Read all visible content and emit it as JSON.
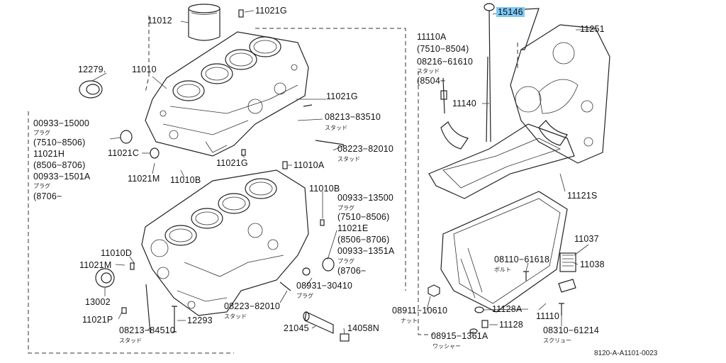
{
  "labels": {
    "p11012": "11012",
    "p11021G_top": "11021G",
    "p12279": "12279.",
    "p11010": "11010",
    "p11021G_mid": "11021G",
    "p08213_83510": "08213−83510",
    "stud_1": "スタッド",
    "p08223_82010_top": "08223−82010",
    "stud_2": "スタッド",
    "p00933_15000": "00933−15000",
    "plug_1": "プラグ",
    "r7510_8506_a": "(7510−8506)",
    "p11021H": "11021H",
    "r8506_8706_a": "(8506−8706)",
    "p00933_1501A": "00933−1501A",
    "plug_2": "プラグ",
    "r8706_a": "(8706−",
    "p11021C": "11021C",
    "p11021M_top": "11021M",
    "p11010B_a": "11010B",
    "p11021G_low": "11021G",
    "p11010A": "11010A",
    "p11010B_b": "11010B",
    "p00933_13500": "00933−13500",
    "plug_3": "プラグ",
    "r7510_8506_b": "(7510−8506)",
    "p11021E": "11021E",
    "r8506_8706_b": "(8506−8706)",
    "p00933_1351A": "00933−1351A",
    "plug_4": "プラグ",
    "r8706_b": "(8706−",
    "p11010D": "11010D",
    "p11021M_low": "11021M",
    "p08931_30410": "08931−30410",
    "plug_5": "プラグ",
    "p13002": "13002",
    "p08223_82010_low": "08223−82010",
    "stud_3": "スタッド",
    "p11021P": "11021P",
    "p08213_84510": "08213−84510",
    "stud_4": "スタッド",
    "p12293": "12293",
    "p21045": "21045",
    "p14058N": "14058N",
    "p15146": "15146",
    "p11251": "11251",
    "p11110A": "11110A",
    "r7510_8504": "(7510−8504)",
    "p08216_61610": "08216−61610",
    "stud_5": "スタッド",
    "r8504": "(8504−",
    "p11140": "11140",
    "p11121S": "11121S",
    "p11037": "11037",
    "p08110_61618": "08110−61618",
    "bolt": "ボルト",
    "p11038": "11038",
    "p08911_10610": "08911−10610",
    "nut": "ナット",
    "p11128A": "11128A",
    "p11110": "11110",
    "p11128": "11128",
    "p08915_1361A": "08915−1361A",
    "washer": "ワッシャー",
    "p08310_61214": "08310−61214",
    "screw": "スクリュー",
    "diagram_ref": "8120-A-A1101-0023"
  }
}
